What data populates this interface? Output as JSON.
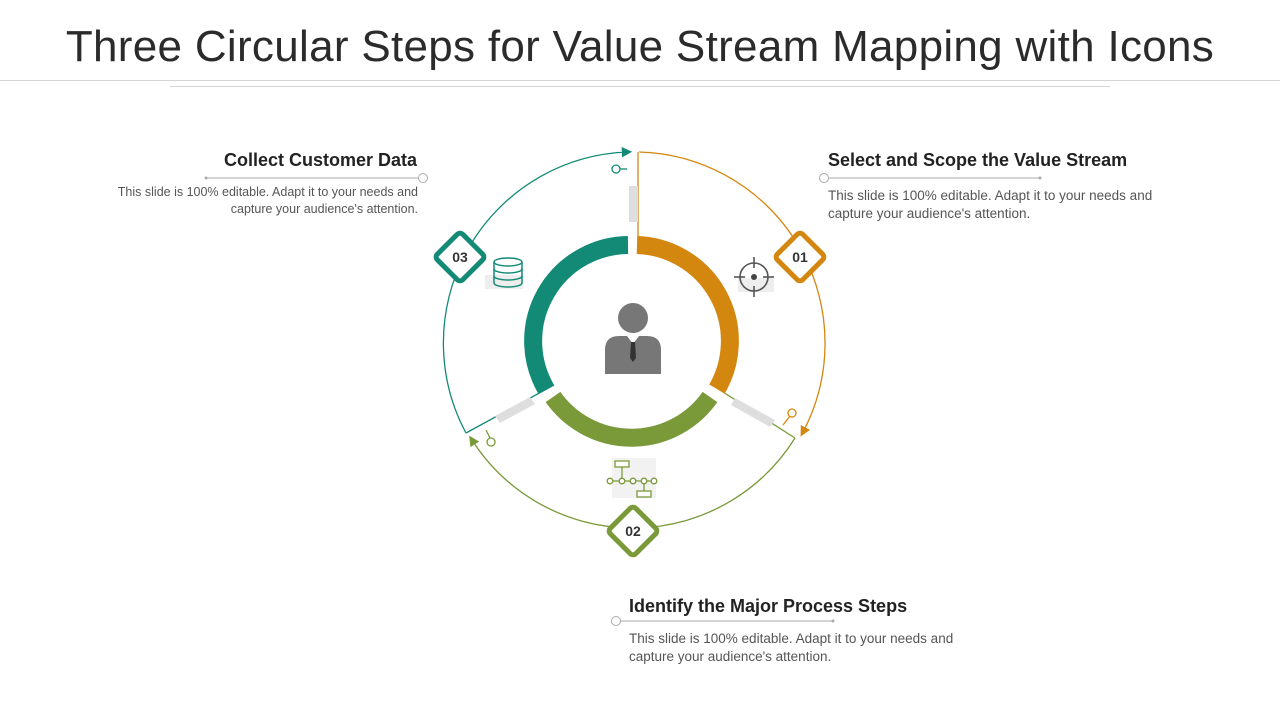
{
  "slide": {
    "title": "Three Circular Steps for Value Stream Mapping with Icons"
  },
  "center_icon": "businessman-icon",
  "steps": [
    {
      "number": "01",
      "title": "Select and Scope the Value Stream",
      "description": "This slide is 100% editable. Adapt it to your needs and capture your audience's attention.",
      "icon": "crosshair-target-icon",
      "color": "#D4870F"
    },
    {
      "number": "02",
      "title": "Identify the Major Process Steps",
      "description": "This slide is 100% editable. Adapt it to your needs and capture your audience's attention.",
      "icon": "process-flow-icon",
      "color": "#7A9A3A"
    },
    {
      "number": "03",
      "title": "Collect Customer Data",
      "description": "This slide is 100% editable. Adapt it to your needs and capture your audience's attention.",
      "icon": "database-icon",
      "color": "#138A76"
    }
  ]
}
